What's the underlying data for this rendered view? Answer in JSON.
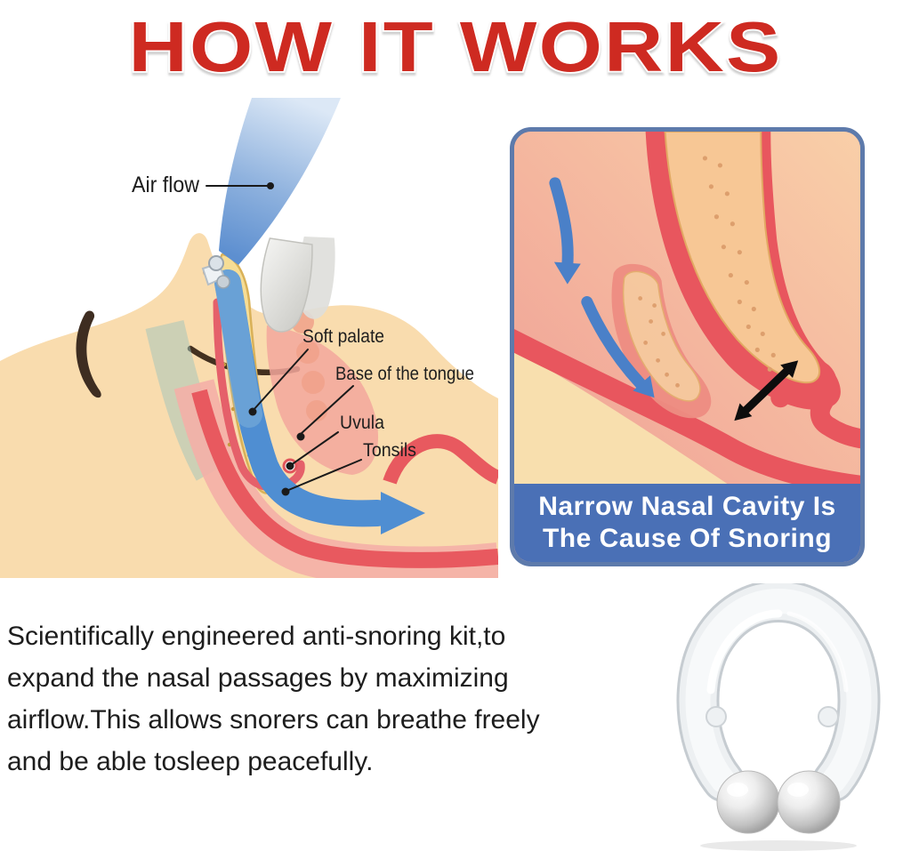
{
  "title": "HOW IT WORKS",
  "diagram": {
    "labels": {
      "air_flow": "Air flow",
      "soft_palate": "Soft palate",
      "base_of_tongue": "Base of the tongue",
      "uvula": "Uvula",
      "tonsils": "Tonsils"
    }
  },
  "panel": {
    "caption_line1": "Narrow Nasal Cavity Is",
    "caption_line2": "The Cause Of Snoring"
  },
  "paragraph": {
    "lines": [
      "Scientifically engineered anti-snoring kit,to",
      "expand the nasal passages by maximizing",
      "airflow.This allows snorers can breathe freely",
      "and be able tosleep peacefully."
    ]
  },
  "colors": {
    "title_red": "#ce2a21",
    "panel_border_blue": "#5d7aab",
    "caption_band_blue": "#4a70b6",
    "caption_text": "#ffffff",
    "airflow_blue": "#4f8ed2",
    "tissue_red": "#e8565e",
    "skin_tone": "#f9dcae",
    "tongue_yellow": "#f6dd95"
  },
  "icons": {
    "airflow_arrow": "curved-down-arrow",
    "exit_arrow": "right-arrow",
    "gap_double_arrow": "double-headed-arrow",
    "label_pointer": "leader-line-with-dot"
  }
}
